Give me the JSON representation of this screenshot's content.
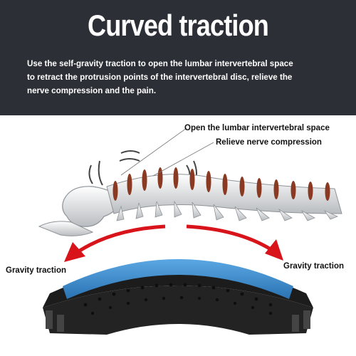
{
  "header": {
    "title": "Curved traction",
    "description_lines": [
      "Use the self-gravity traction to open the lumbar intervertebral space",
      "to retract the protrusion points of the intervertebral disc, relieve the",
      "nerve compression and the pain."
    ]
  },
  "illustration": {
    "callouts": [
      "Open the lumbar intervertebral space",
      "Relieve nerve compression"
    ],
    "gravity_left": "Gravity traction",
    "gravity_right": "Gravity traction"
  },
  "colors": {
    "header_bg": "#2c2f35",
    "arrow_red": "#d8131a",
    "stretcher_blue": "#3b8ed0",
    "stretcher_black": "#1c1c1c",
    "disc_brown": "#8a3a22"
  }
}
